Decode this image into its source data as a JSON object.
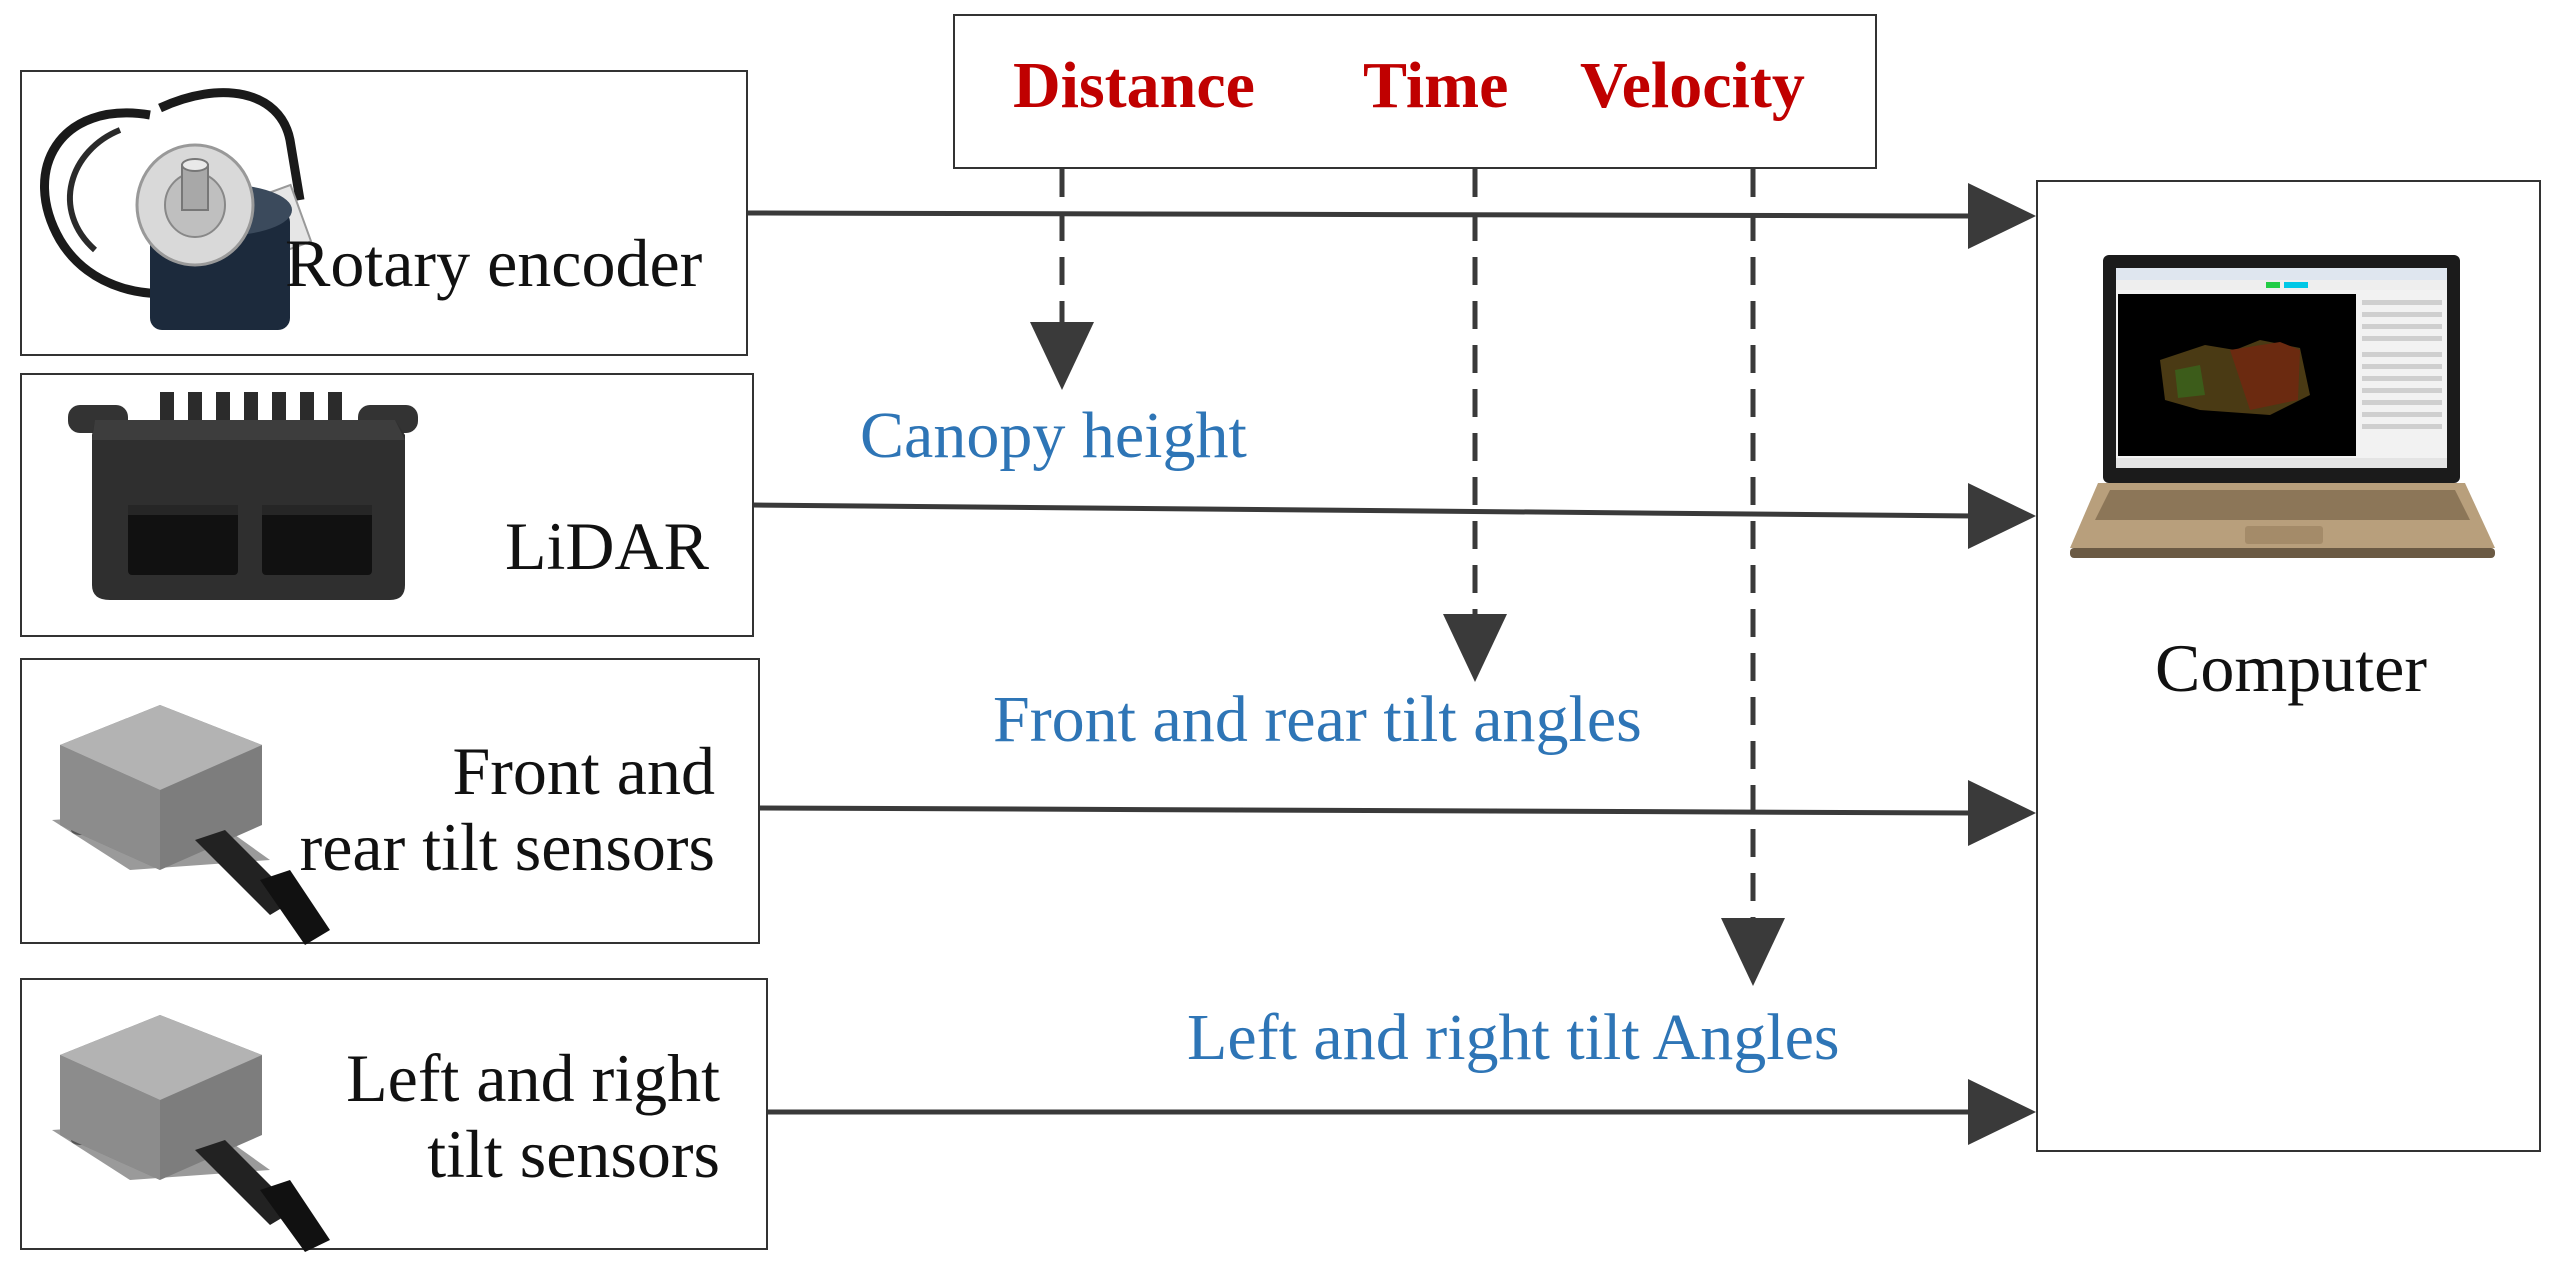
{
  "sensors": [
    {
      "label": "Rotary encoder"
    },
    {
      "label": "LiDAR"
    },
    {
      "label_line1": "Front and",
      "label_line2": "rear tilt sensors"
    },
    {
      "label_line1": "Left and right",
      "label_line2": "tilt  sensors"
    }
  ],
  "computer": {
    "label": "Computer"
  },
  "quantities": {
    "distance": "Distance",
    "time": "Time",
    "velocity": "Velocity"
  },
  "derived": {
    "canopy_height": "Canopy height",
    "front_rear_tilt": "Front and rear tilt angles",
    "left_right_tilt": "Left and right tilt Angles"
  },
  "colors": {
    "quantity_text": "#c00000",
    "derived_text": "#2e75b6",
    "arrows": "#3a3a3a"
  },
  "icons": [
    "rotary-encoder-image",
    "lidar-image",
    "tilt-sensor-image",
    "tilt-sensor-image",
    "laptop-image"
  ]
}
